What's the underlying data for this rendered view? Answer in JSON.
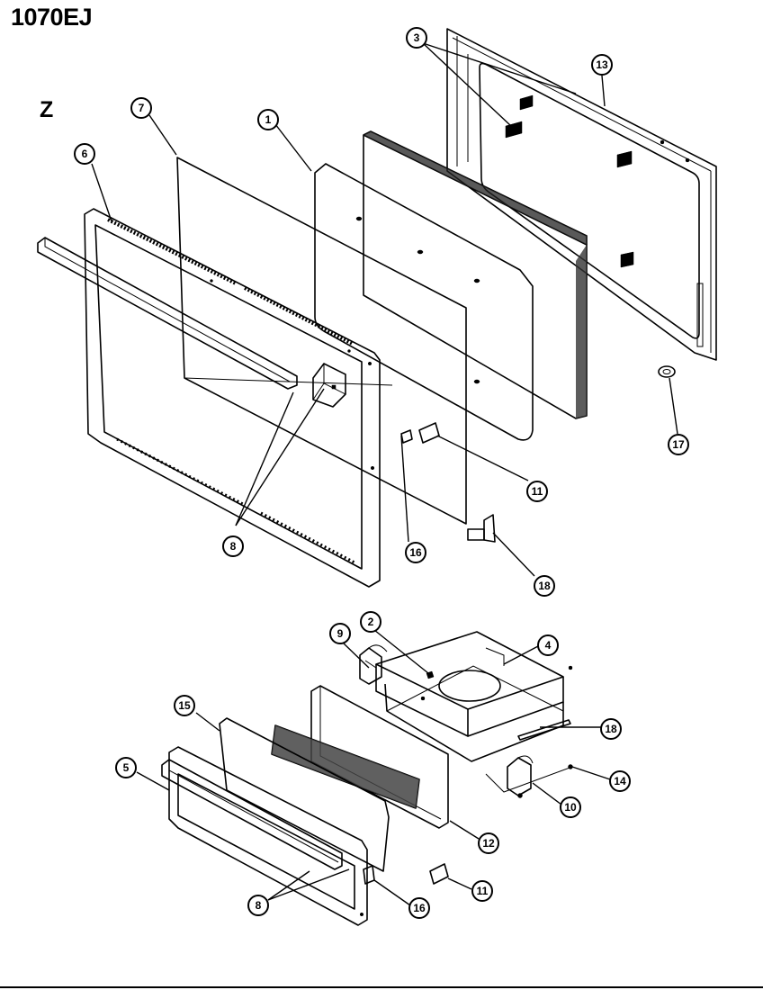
{
  "title": "1070EJ",
  "section": "Z",
  "callouts": [
    {
      "id": "c3",
      "label": "3"
    },
    {
      "id": "c13",
      "label": "13"
    },
    {
      "id": "c7",
      "label": "7"
    },
    {
      "id": "c1",
      "label": "1"
    },
    {
      "id": "c6",
      "label": "6"
    },
    {
      "id": "c17",
      "label": "17"
    },
    {
      "id": "c11a",
      "label": "11"
    },
    {
      "id": "c8a",
      "label": "8"
    },
    {
      "id": "c16a",
      "label": "16"
    },
    {
      "id": "c18a",
      "label": "18"
    },
    {
      "id": "c9",
      "label": "9"
    },
    {
      "id": "c2",
      "label": "2"
    },
    {
      "id": "c4",
      "label": "4"
    },
    {
      "id": "c15",
      "label": "15"
    },
    {
      "id": "c18b",
      "label": "18"
    },
    {
      "id": "c5",
      "label": "5"
    },
    {
      "id": "c14",
      "label": "14"
    },
    {
      "id": "c10",
      "label": "10"
    },
    {
      "id": "c12",
      "label": "12"
    },
    {
      "id": "c11b",
      "label": "11"
    },
    {
      "id": "c8b",
      "label": "8"
    },
    {
      "id": "c16b",
      "label": "16"
    }
  ]
}
